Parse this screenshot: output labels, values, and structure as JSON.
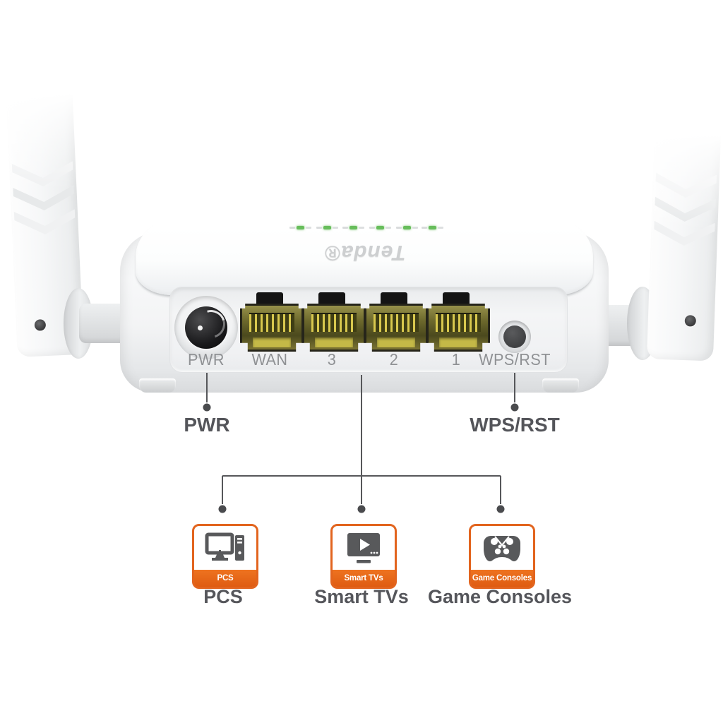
{
  "device": {
    "logo": "Tenda®",
    "led_count": 6,
    "panel_labels": [
      {
        "label": "PWR"
      },
      {
        "label": "WAN"
      },
      {
        "label": "3"
      },
      {
        "label": "2"
      },
      {
        "label": "1"
      },
      {
        "label": "WPS/RST"
      }
    ]
  },
  "callouts": {
    "power": "PWR",
    "wps_reset": "WPS/RST"
  },
  "connections": [
    {
      "badge": "PCS",
      "label": "PCS",
      "icon": "desktop-pc-icon"
    },
    {
      "badge": "Smart TVs",
      "label": "Smart TVs",
      "icon": "smart-tv-icon"
    },
    {
      "badge": "Game Consoles",
      "label": "Game Consoles",
      "icon": "gamepad-icon"
    }
  ],
  "colors": {
    "accent_orange": "#e2641e",
    "callout_gray": "#54555a",
    "panel_label_gray": "#8f9194",
    "icon_gray": "#58595b",
    "led_green": "#67bd5b",
    "port_yellow": "#b5ab42"
  }
}
